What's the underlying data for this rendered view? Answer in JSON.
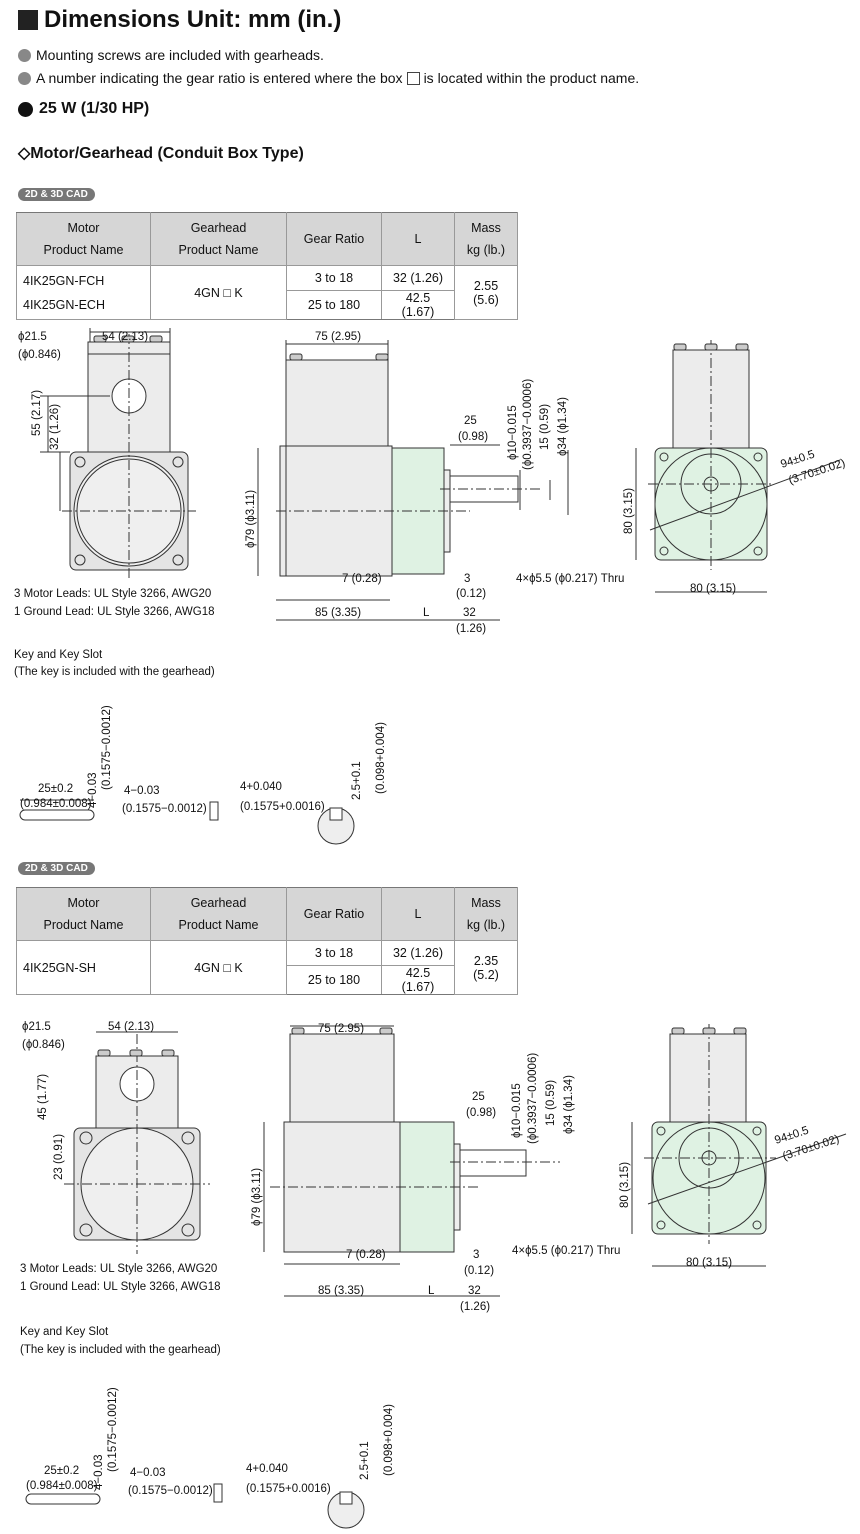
{
  "header": {
    "title": "Dimensions  Unit: mm (in.)"
  },
  "notes": {
    "note1": "Mounting screws are included with gearheads.",
    "note2a": "A number indicating the gear ratio is entered where the box",
    "note2b": "is located within the product name."
  },
  "power_heading": "25 W (1/30 HP)",
  "section_heading": "◇Motor/Gearhead (Conduit Box Type)",
  "badge": "2D & 3D CAD",
  "table_headers": {
    "motor1": "Motor",
    "motor2": "Product  Name",
    "gear1": "Gearhead",
    "gear2": "Product  Name",
    "ratio": "Gear Ratio",
    "L": "L",
    "mass1": "Mass",
    "mass2": "kg (lb.)"
  },
  "table1": {
    "motors": [
      "4IK25GN-FCH",
      "4IK25GN-ECH"
    ],
    "gearhead": "4GN □ K",
    "ratios": [
      "3 to 18",
      "25 to 180"
    ],
    "L": [
      "32 (1.26)",
      "42.5 (1.67)"
    ],
    "mass": "2.55 (5.6)"
  },
  "table2": {
    "motor": "4IK25GN-SH",
    "gearhead": "4GN □ K",
    "ratios": [
      "3 to 18",
      "25 to 180"
    ],
    "L": [
      "32 (1.26)",
      "42.5 (1.67)"
    ],
    "mass": "2.35 (5.2)"
  },
  "leads": {
    "motor": "3 Motor Leads: UL Style 3266, AWG20",
    "ground": "1 Ground Lead: UL Style 3266, AWG18"
  },
  "key": {
    "title": "Key and Key Slot",
    "subtitle": "(The key is included with the gearhead)"
  },
  "dims": {
    "phi21": "ϕ21.5",
    "phi846": "(ϕ0.846)",
    "w54": "54 (2.13)",
    "h55": "55 (2.17)",
    "h32": "32 (1.26)",
    "h45": "45 (1.77)",
    "h23": "23 (0.91)",
    "w75": "75 (2.95)",
    "phi79": "ϕ79 (ϕ3.11)",
    "d25": "25",
    "d098": "(0.98)",
    "phi10": "ϕ10−0.015",
    "phi3937": "(ϕ0.3937−0.0006)",
    "d15": "15 (0.59)",
    "phi34": "ϕ34 (ϕ1.34)",
    "d7": "7 (0.28)",
    "d3": "3",
    "d012": "(0.12)",
    "d85": "85 (3.35)",
    "dL": "L",
    "d32": "32",
    "d126": "(1.26)",
    "d80v": "80 (3.15)",
    "d80h": "80 (3.15)",
    "phi94": "94±0.5",
    "phi370": "(3.70±0.02)",
    "holes": "4×ϕ5.5 (ϕ0.217) Thru",
    "k25": "25±0.2",
    "k984": "(0.984±0.008)",
    "k4a": "4−0.03",
    "k1575a": "(0.1575−0.0012)",
    "k4b": "4+0.040",
    "k1575b": "(0.1575+0.0016)",
    "k25b": "2.5+0.1",
    "k098": "(0.098+0.004)",
    "kv4": "4−0.03",
    "kv1575": "(0.1575−0.0012)"
  },
  "colors": {
    "gearhead_fill": "#dff2e3",
    "motor_fill": "#ececec",
    "header_bg": "#d6d6d6"
  }
}
